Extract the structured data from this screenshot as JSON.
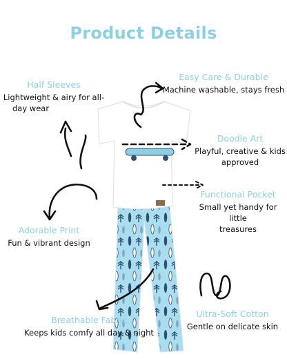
{
  "title": "Product Details",
  "colors": {
    "accent": "#8ecfe3",
    "text": "#111111",
    "pants": "#a9ddef",
    "shirt": "#ffffff",
    "pattern": "#2f4f70"
  },
  "features": [
    {
      "title": "Half Sleeves",
      "lines": [
        "Lightweight & airy for all-",
        "day wear"
      ]
    },
    {
      "title": "Easy Care & Durable",
      "lines": [
        "Machine washable, stays fresh"
      ]
    },
    {
      "title": "Doodle Art",
      "lines": [
        "Playful, creative & kids",
        "approved"
      ]
    },
    {
      "title": "Functional Pocket",
      "lines": [
        "Small yet handy for little",
        "treasures"
      ]
    },
    {
      "title": "Adorable Print",
      "lines": [
        "Fun & vibrant design"
      ]
    },
    {
      "title": "Ultra-Soft Cotton",
      "lines": [
        "Gentle on delicate skin"
      ]
    },
    {
      "title": "Breathable Fabric",
      "lines": [
        "Keeps kids comfy all day & night"
      ]
    }
  ]
}
